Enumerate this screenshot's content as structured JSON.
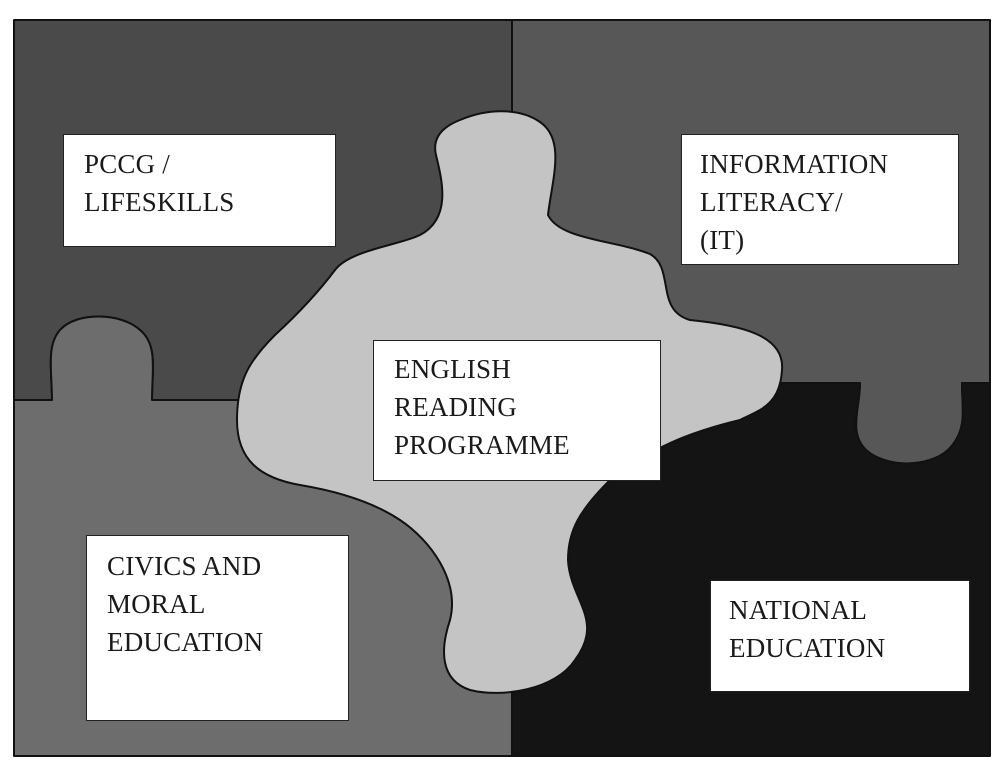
{
  "colors": {
    "frame": "#ffffff",
    "piece_top_left": "#4a4a4a",
    "piece_top_right": "#575757",
    "piece_bottom_left": "#6d6d6d",
    "piece_bottom_right": "#141414",
    "piece_center": "#c4c4c4",
    "outline": "#111111",
    "label_background": "#ffffff",
    "label_text": "#1a1a1a"
  },
  "pieces": {
    "top_left": {
      "lines": [
        "PCCG /",
        "LIFESKILLS"
      ]
    },
    "top_right": {
      "lines": [
        "INFORMATION",
        "LITERACY/",
        "(IT)"
      ]
    },
    "center": {
      "lines": [
        "ENGLISH",
        "READING",
        "PROGRAMME"
      ]
    },
    "bottom_left": {
      "lines": [
        "CIVICS AND",
        "MORAL",
        "EDUCATION"
      ]
    },
    "bottom_right": {
      "lines": [
        "NATIONAL",
        "EDUCATION"
      ]
    }
  }
}
